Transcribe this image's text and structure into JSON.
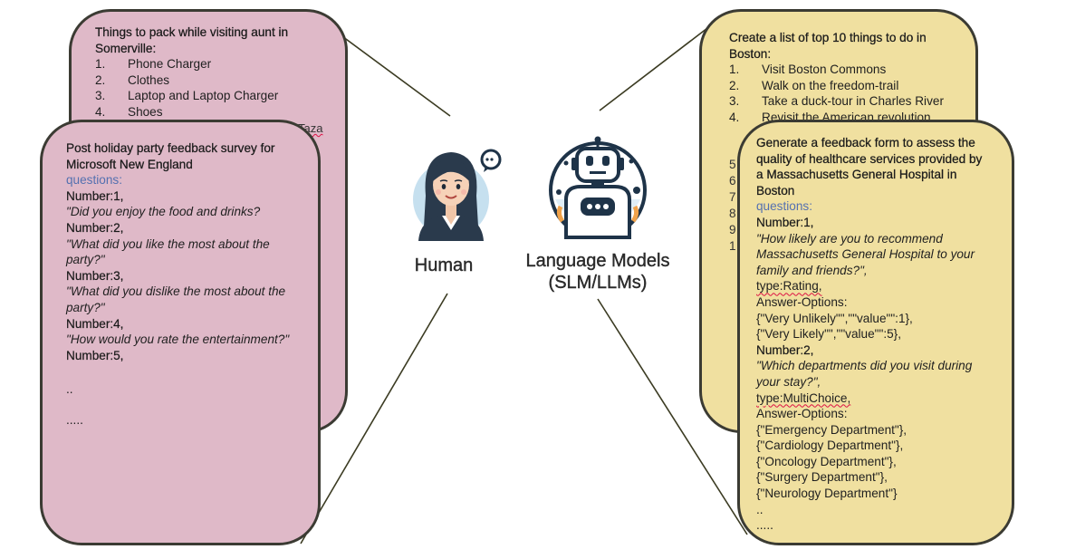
{
  "human": {
    "label": "Human",
    "icon": "woman-avatar-icon"
  },
  "model": {
    "label_line1": "Language Models",
    "label_line2": "(SLM/LLMs)",
    "icon": "robot-icon"
  },
  "colors": {
    "pink_card": "#dfb9c8",
    "yellow_card": "#f0e0a0",
    "border": "#3b3b33",
    "questions_label": "#5470b0"
  },
  "pack_card": {
    "title_line1": "Things to pack while visiting aunt in",
    "title_line2": "Somerville:",
    "items": [
      {
        "n": "1.",
        "text": "Phone Charger"
      },
      {
        "n": "2.",
        "text": "Clothes"
      },
      {
        "n": "3.",
        "text": "Laptop and Laptop Charger"
      },
      {
        "n": "4.",
        "text": "Shoes"
      }
    ],
    "overflow_text": "Taza"
  },
  "survey_card": {
    "title_line1": "Post holiday party feedback survey for",
    "title_line2": "Microsoft New England",
    "questions_label": "questions:",
    "q1_num": "Number:1,",
    "q1_text": "\"Did you enjoy the food and drinks?",
    "q2_num": "Number:2,",
    "q2_text_line1": "\"What did you like the most about the",
    "q2_text_line2": "party?\"",
    "q3_num": "Number:3,",
    "q3_text_line1": "\"What did you dislike the most about the",
    "q3_text_line2": "party?\"",
    "q4_num": "Number:4,",
    "q4_text": "\"How would you rate the entertainment?\"",
    "q5_num": "Number:5,",
    "ellipsis1": "..",
    "ellipsis2": "....."
  },
  "boston_card": {
    "title_line1": "Create a list of top 10 things to do in",
    "title_line2": "Boston:",
    "items": [
      {
        "n": "1.",
        "text": "Visit Boston Commons"
      },
      {
        "n": "2.",
        "text": "Walk on the freedom-trail"
      },
      {
        "n": "3.",
        "text": "Take a duck-tour in Charles River"
      },
      {
        "n": "4.",
        "text": "Revisit the American revolution"
      }
    ],
    "hidden_nums": [
      "5",
      "6",
      "7",
      "8",
      "9",
      "1"
    ]
  },
  "hospital_card": {
    "title_line1": "Generate a feedback form to assess the",
    "title_line2": "quality of healthcare services provided by",
    "title_line3": "a Massachusetts General Hospital in",
    "title_line4": "Boston",
    "questions_label": "questions:",
    "q1_num": "Number:1,",
    "q1_text_line1": "\"How likely are you to recommend",
    "q1_text_line2": "Massachusetts General Hospital to your",
    "q1_text_line3": "family and friends?\",",
    "q1_type": "type:Rating,",
    "q1_opts_label": "Answer-Options:",
    "q1_opt1": "{\"Very Unlikely\"\",\"\"value\"\":1},",
    "q1_opt2": "{\"Very Likely\"\",\"\"value\"\":5},",
    "q2_num": "Number:2,",
    "q2_text_line1": "\"Which departments did you visit during",
    "q2_text_line2": "your stay?\",",
    "q2_type": "type:MultiChoice,",
    "q2_opts_label": "Answer-Options:",
    "q2_opts": [
      "{\"Emergency Department\"},",
      "{\"Cardiology Department\"},",
      "{\"Oncology Department\"},",
      "{\"Surgery Department\"},",
      "{\"Neurology Department\"}"
    ],
    "ellipsis1": "..",
    "ellipsis2": "....."
  }
}
